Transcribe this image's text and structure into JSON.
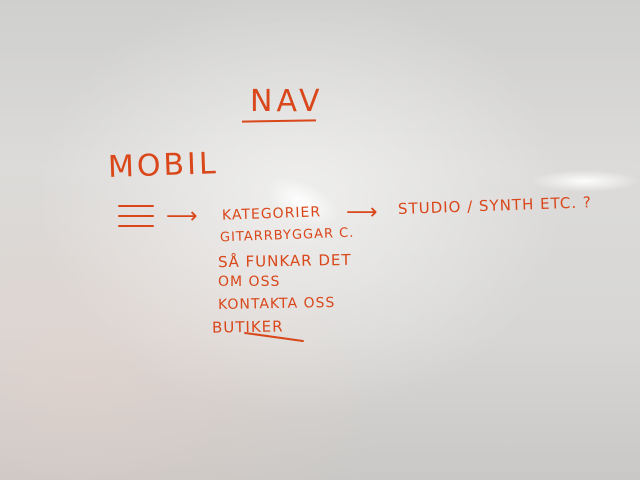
{
  "heading": "NAV",
  "device_label": "MOBIL",
  "menu_icon": "hamburger-menu-icon",
  "arrow_glyph": "⟶",
  "menu_items": [
    "KATEGORIER",
    "GITARRBYGGAR C.",
    "SÅ FUNKAR DET",
    "OM OSS",
    "KONTAKTA OSS",
    "BUTIKER"
  ],
  "submenu_text": "STUDIO / SYNTH ETC. ?",
  "colors": {
    "ink": "#d9471a",
    "board": "#d9d8d6"
  }
}
